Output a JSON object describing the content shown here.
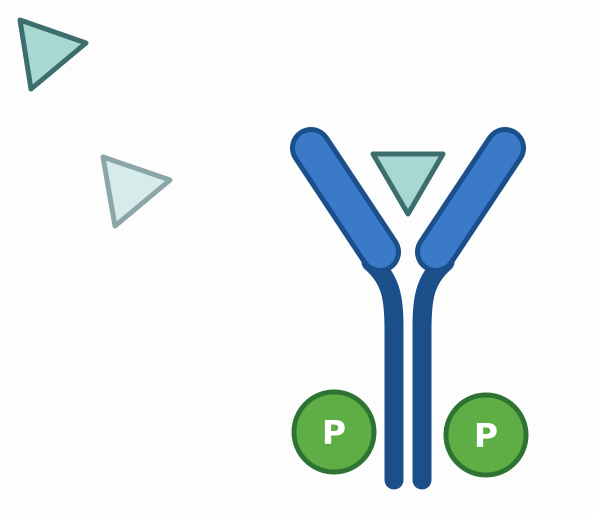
{
  "diagram": {
    "phospho_labels": [
      "P",
      "P"
    ],
    "colors": {
      "background": "#fdfdfd",
      "receptor_fill": "#3a7ac8",
      "receptor_outline": "#1b4f8a",
      "ligand_fill": "#a9d8d2",
      "ligand_outline": "#3c6e6e",
      "ligand_faded_fill": "#d6ecea",
      "ligand_faded_outline": "#8aa6a8",
      "phosphate_fill": "#5fae45",
      "phosphate_outline": "#2f7332",
      "phosphate_text": "#ffffff"
    },
    "icons": [
      "triangle-ligand",
      "triangle-ligand-faded",
      "triangle-ligand-bound",
      "y-receptor",
      "phosphate-circle"
    ]
  }
}
